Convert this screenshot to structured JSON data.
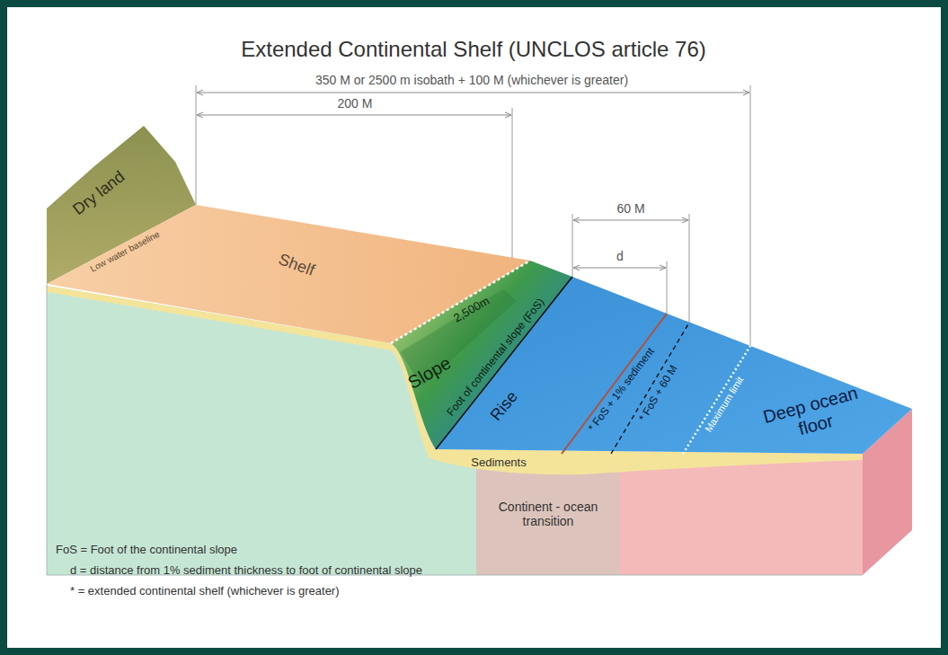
{
  "diagram": {
    "title": "Extended Continental Shelf (UNCLOS article 76)",
    "labels": [
      "350 M or 2500 m isobath + 100 M (whichever is greater)",
      "200 M",
      "60 M",
      "d",
      "Dry land",
      "Low water baseline",
      "Shelf",
      "2,500m",
      "Slope",
      "Foot of continental slope (FoS)",
      "Rise",
      "* FoS + 60 M",
      "* FoS + 1% sediment",
      "Maximum limit",
      "Deep ocean floor",
      "Sediments",
      "Continent - ocean transition",
      "FoS = Foot of the continental slope",
      "d = distance from 1% sediment thickness to foot of continental slope",
      "* = extended continental shelf (whichever is greater)"
    ]
  }
}
